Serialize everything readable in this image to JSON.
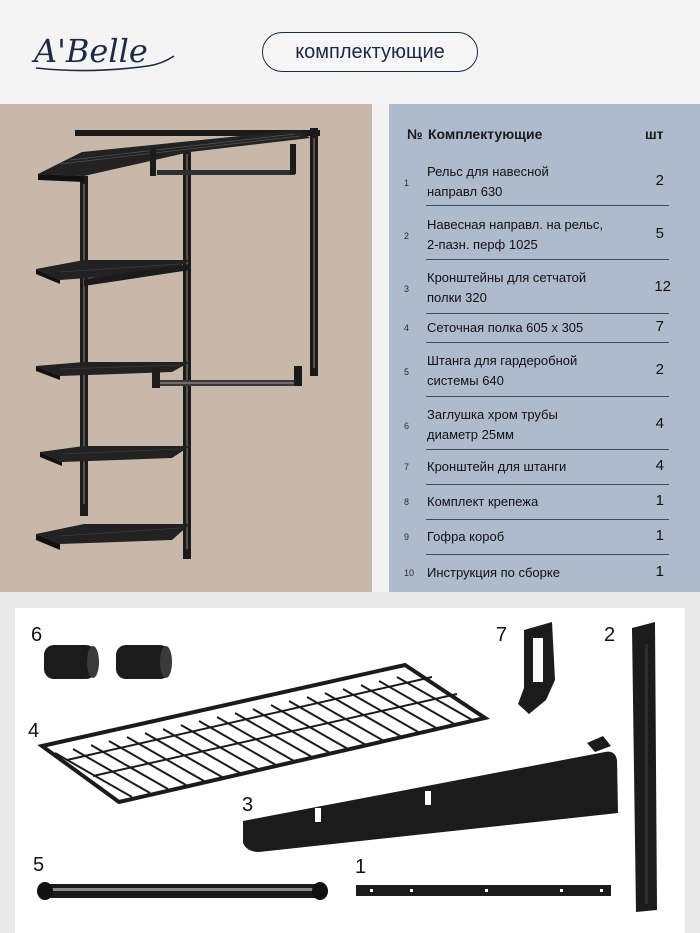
{
  "header": {
    "logo_text": "A'Belle",
    "pill_label": "комплектующие"
  },
  "table": {
    "col_no": "№",
    "col_name": "Комплектующие",
    "col_qty": "шт",
    "rows": [
      {
        "num": "1",
        "name_line1": "Рельс для навесной",
        "name_line2": "направл 630",
        "qty": "2"
      },
      {
        "num": "2",
        "name_line1": "Навесная направл. на рельс,",
        "name_line2": "2-пазн. перф 1025",
        "qty": "5"
      },
      {
        "num": "3",
        "name_line1": "Кронштейны для сетчатой",
        "name_line2": "полки 320",
        "qty": "12"
      },
      {
        "num": "4",
        "name_line1": "Сеточная полка 605 х 305",
        "name_line2": "",
        "qty": "7"
      },
      {
        "num": "5",
        "name_line1": "Штанга для гардеробной",
        "name_line2": "системы  640",
        "qty": "2"
      },
      {
        "num": "6",
        "name_line1": "Заглушка хром трубы",
        "name_line2": "диаметр 25мм",
        "qty": "4"
      },
      {
        "num": "7",
        "name_line1": "Кронштейн для штанги",
        "name_line2": "",
        "qty": "4"
      },
      {
        "num": "8",
        "name_line1": "Комплект крепежа",
        "name_line2": "",
        "qty": "1"
      },
      {
        "num": "9",
        "name_line1": "Гофра короб",
        "name_line2": "",
        "qty": "1"
      },
      {
        "num": "10",
        "name_line1": "Инструкция по сборке",
        "name_line2": "",
        "qty": "1"
      }
    ]
  },
  "parts": {
    "label_6": "6",
    "label_7": "7",
    "label_2": "2",
    "label_4": "4",
    "label_3": "3",
    "label_5": "5",
    "label_1": "1"
  },
  "colors": {
    "navy": "#1c2a44",
    "beige_bg": "#c7b8aa",
    "table_bg": "#aebbcc",
    "product_black": "#1b1b1b"
  }
}
